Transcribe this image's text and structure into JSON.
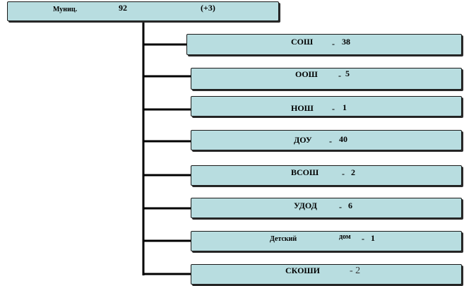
{
  "root": {
    "label": "Муниц.",
    "count": "92",
    "delta": "(+3)"
  },
  "children": [
    {
      "name": "СОШ",
      "dash": "-",
      "value": "38"
    },
    {
      "name": "ООШ",
      "dash": "-",
      "value": "5"
    },
    {
      "name": "НОШ",
      "dash": "-",
      "value": "1"
    },
    {
      "name": "ДОУ",
      "dash": "-",
      "value": "40"
    },
    {
      "name": "ВСОШ",
      "dash": "-",
      "value": "2"
    },
    {
      "name": "УДОД",
      "dash": "-",
      "value": "6"
    },
    {
      "name": "Детский",
      "name2": "дом",
      "dash": "-",
      "value": "1"
    },
    {
      "name": "СКОШИ",
      "value": "- 2"
    }
  ],
  "colors": {
    "box_fill": "#b8dde0",
    "line": "#000000"
  }
}
